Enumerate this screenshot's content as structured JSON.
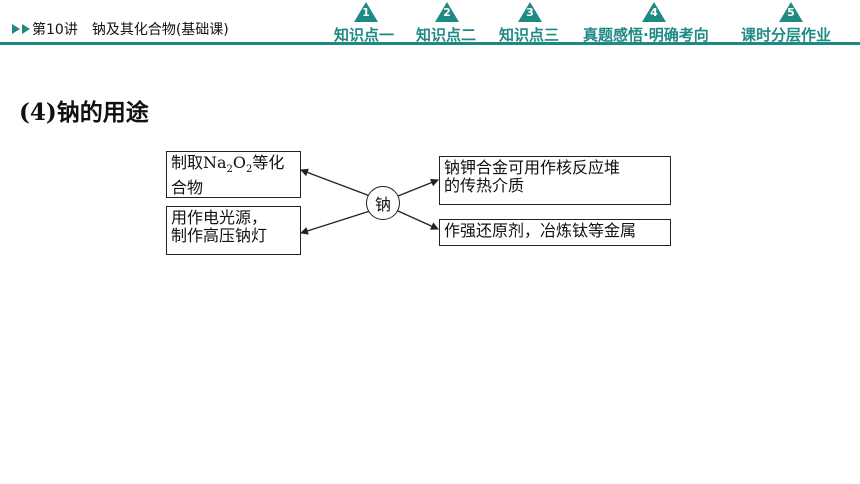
{
  "header": {
    "lesson_number": "第10讲",
    "lesson_title": "钠及其化合物(基础课)",
    "nav": [
      {
        "badge": "1",
        "label": "知识点一"
      },
      {
        "badge": "2",
        "label": "知识点二"
      },
      {
        "badge": "3",
        "label": "知识点三"
      },
      {
        "badge": "4",
        "label": "真题感悟·明确考向"
      },
      {
        "badge": "5",
        "label": "课时分层作业"
      }
    ]
  },
  "section": {
    "title": "(4)钠的用途"
  },
  "diagram": {
    "center": "钠",
    "left_top": {
      "pre": "制取Na",
      "sub1": "2",
      "mid": "O",
      "sub2": "2",
      "post": "等化",
      "line2": "合物"
    },
    "left_bottom": {
      "line1": "用作电光源，",
      "line2": "制作高压钠灯"
    },
    "right_top": {
      "line1": "钠钾合金可用作核反应堆",
      "line2": "的传热介质"
    },
    "right_bottom": {
      "line1": "作强还原剂，冶炼钛等金属"
    }
  },
  "colors": {
    "accent": "#1f8a84"
  }
}
